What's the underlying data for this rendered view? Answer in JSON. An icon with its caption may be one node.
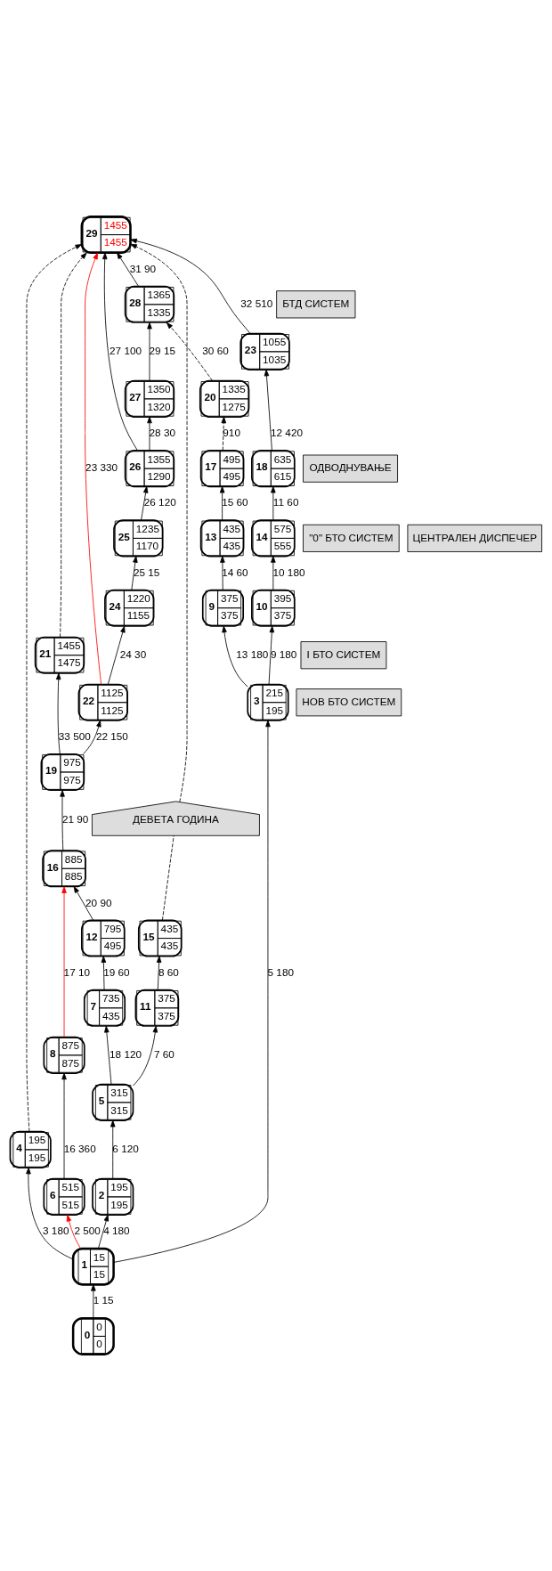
{
  "diagram": {
    "nodes": [
      {
        "text": [
          "0",
          "0",
          "0"
        ]
      },
      {
        "text": [
          "1",
          "15",
          "15"
        ]
      },
      {
        "text": [
          "2",
          "195",
          "195"
        ]
      },
      {
        "text": [
          "3",
          "215",
          "195"
        ]
      },
      {
        "text": [
          "4",
          "195",
          "195"
        ]
      },
      {
        "text": [
          "5",
          "315",
          "315"
        ]
      },
      {
        "text": [
          "6",
          "515",
          "515"
        ]
      },
      {
        "text": [
          "7",
          "735",
          "435"
        ]
      },
      {
        "text": [
          "8",
          "875",
          "875"
        ]
      },
      {
        "text": [
          "9",
          "375",
          "375"
        ]
      },
      {
        "text": [
          "10",
          "395",
          "375"
        ]
      },
      {
        "text": [
          "11",
          "375",
          "375"
        ]
      },
      {
        "text": [
          "12",
          "795",
          "495"
        ]
      },
      {
        "text": [
          "13",
          "435",
          "435"
        ]
      },
      {
        "text": [
          "14",
          "575",
          "555"
        ]
      },
      {
        "text": [
          "15",
          "435",
          "435"
        ]
      },
      {
        "text": [
          "16",
          "885",
          "885"
        ]
      },
      {
        "text": [
          "17",
          "495",
          "495"
        ]
      },
      {
        "text": [
          "18",
          "635",
          "615"
        ]
      },
      {
        "text": [
          "19",
          "975",
          "975"
        ]
      },
      {
        "text": [
          "20",
          "1335",
          "1275"
        ]
      },
      {
        "text": [
          "21",
          "1455",
          "1475"
        ]
      },
      {
        "text": [
          "22",
          "1125",
          "1125"
        ]
      },
      {
        "text": [
          "23",
          "1055",
          "1035"
        ]
      },
      {
        "text": [
          "24",
          "1220",
          "1155"
        ]
      },
      {
        "text": [
          "25",
          "1235",
          "1170"
        ]
      },
      {
        "text": [
          "26",
          "1355",
          "1290"
        ]
      },
      {
        "text": [
          "27",
          "1350",
          "1320"
        ]
      },
      {
        "text": [
          "28",
          "1365",
          "1335"
        ]
      },
      {
        "text": [
          "29",
          "1455",
          "1455"
        ]
      },
      {
        "text": [
          "ДЕВЕТА ГОДИНА"
        ]
      },
      {
        "text": [
          "I БТО СИСТЕМ"
        ]
      },
      {
        "text": [
          "НОВ БТО СИСТЕМ"
        ]
      },
      {
        "text": [
          "\"0\" БТО СИСТЕМ"
        ]
      },
      {
        "text": [
          "БТД СИСТЕМ"
        ]
      },
      {
        "text": [
          "ЦЕНТРАЛЕН ДИСПЕЧЕР"
        ]
      },
      {
        "text": [
          "ОДВОДНУВАЊЕ"
        ]
      }
    ],
    "edges": [
      {
        "from": 0,
        "to": 1,
        "arrow": "to",
        "label": "1 15"
      },
      {
        "from": 1,
        "to": 4,
        "arrow": "to",
        "label": "3 180"
      },
      {
        "from": 1,
        "to": 2,
        "arrow": "to",
        "label": "4 180"
      },
      {
        "from": 1,
        "to": 6,
        "arrow": "to",
        "label": "2 500",
        "color": "#ff0000"
      },
      {
        "from": 1,
        "to": 3,
        "arrow": "to",
        "label": "5 180"
      },
      {
        "from": 2,
        "to": 5,
        "arrow": "to",
        "label": "6 120"
      },
      {
        "from": 5,
        "to": 11,
        "arrow": "to",
        "label": "7 60"
      },
      {
        "from": 5,
        "to": 7,
        "arrow": "to",
        "label": "18 120"
      },
      {
        "from": 6,
        "to": 8,
        "arrow": "to",
        "label": "16 360"
      },
      {
        "from": 3,
        "to": 9,
        "arrow": "to",
        "label": "13 180"
      },
      {
        "from": 3,
        "to": 10,
        "arrow": "to",
        "label": "9 180"
      },
      {
        "from": 11,
        "to": 15,
        "arrow": "to",
        "label": "8 60"
      },
      {
        "from": 7,
        "to": 12,
        "arrow": "to",
        "label": "19 60"
      },
      {
        "from": 8,
        "to": 16,
        "arrow": "to",
        "label": "17 10",
        "color": "#ff0000"
      },
      {
        "from": 9,
        "to": 13,
        "arrow": "to",
        "label": "14 60"
      },
      {
        "from": 10,
        "to": 14,
        "arrow": "to",
        "label": "10 180"
      },
      {
        "from": 12,
        "to": 16,
        "arrow": "to",
        "label": "20 90"
      },
      {
        "from": 13,
        "to": 17,
        "arrow": "to",
        "label": "15 60"
      },
      {
        "from": 14,
        "to": 18,
        "arrow": "to",
        "label": "11 60"
      },
      {
        "from": 16,
        "to": 19,
        "arrow": "to",
        "label": "21 90"
      },
      {
        "from": 18,
        "to": 23,
        "arrow": "to",
        "label": "12 420"
      },
      {
        "from": 19,
        "to": 21,
        "arrow": "to",
        "label": "33 500"
      },
      {
        "from": 19,
        "to": 22,
        "arrow": "to",
        "label": "22 150"
      },
      {
        "from": 17,
        "to": 20,
        "arrow": "to",
        "label": "910",
        "style": "dashed"
      },
      {
        "from": 22,
        "to": 24,
        "arrow": "to",
        "label": "24 30"
      },
      {
        "from": 22,
        "to": 29,
        "arrow": "to",
        "label": "23 330",
        "color": "#ff0000"
      },
      {
        "from": 24,
        "to": 25,
        "arrow": "to",
        "label": "25 15"
      },
      {
        "from": 25,
        "to": 26,
        "arrow": "to",
        "label": "26 120"
      },
      {
        "from": 26,
        "to": 27,
        "arrow": "to",
        "label": "28 30"
      },
      {
        "from": 26,
        "to": 29,
        "arrow": "to",
        "label": "27 100"
      },
      {
        "from": 27,
        "to": 28,
        "arrow": "to",
        "label": "29 15"
      },
      {
        "from": 20,
        "to": 28,
        "arrow": "to",
        "label": "30 60",
        "style": "dashed"
      },
      {
        "from": 28,
        "to": 29,
        "arrow": "to",
        "label": "31 90"
      },
      {
        "from": 23,
        "to": 29,
        "arrow": "to",
        "label": "32 510"
      },
      {
        "from": 4,
        "to": 29,
        "arrow": "to",
        "style": "dashed"
      },
      {
        "from": 15,
        "to": 30,
        "arrow": "none",
        "style": "dashed"
      },
      {
        "from": 30,
        "to": 29,
        "arrow": "to",
        "style": "dashed"
      },
      {
        "from": 21,
        "to": 29,
        "arrow": "to",
        "style": "dashed"
      }
    ]
  }
}
